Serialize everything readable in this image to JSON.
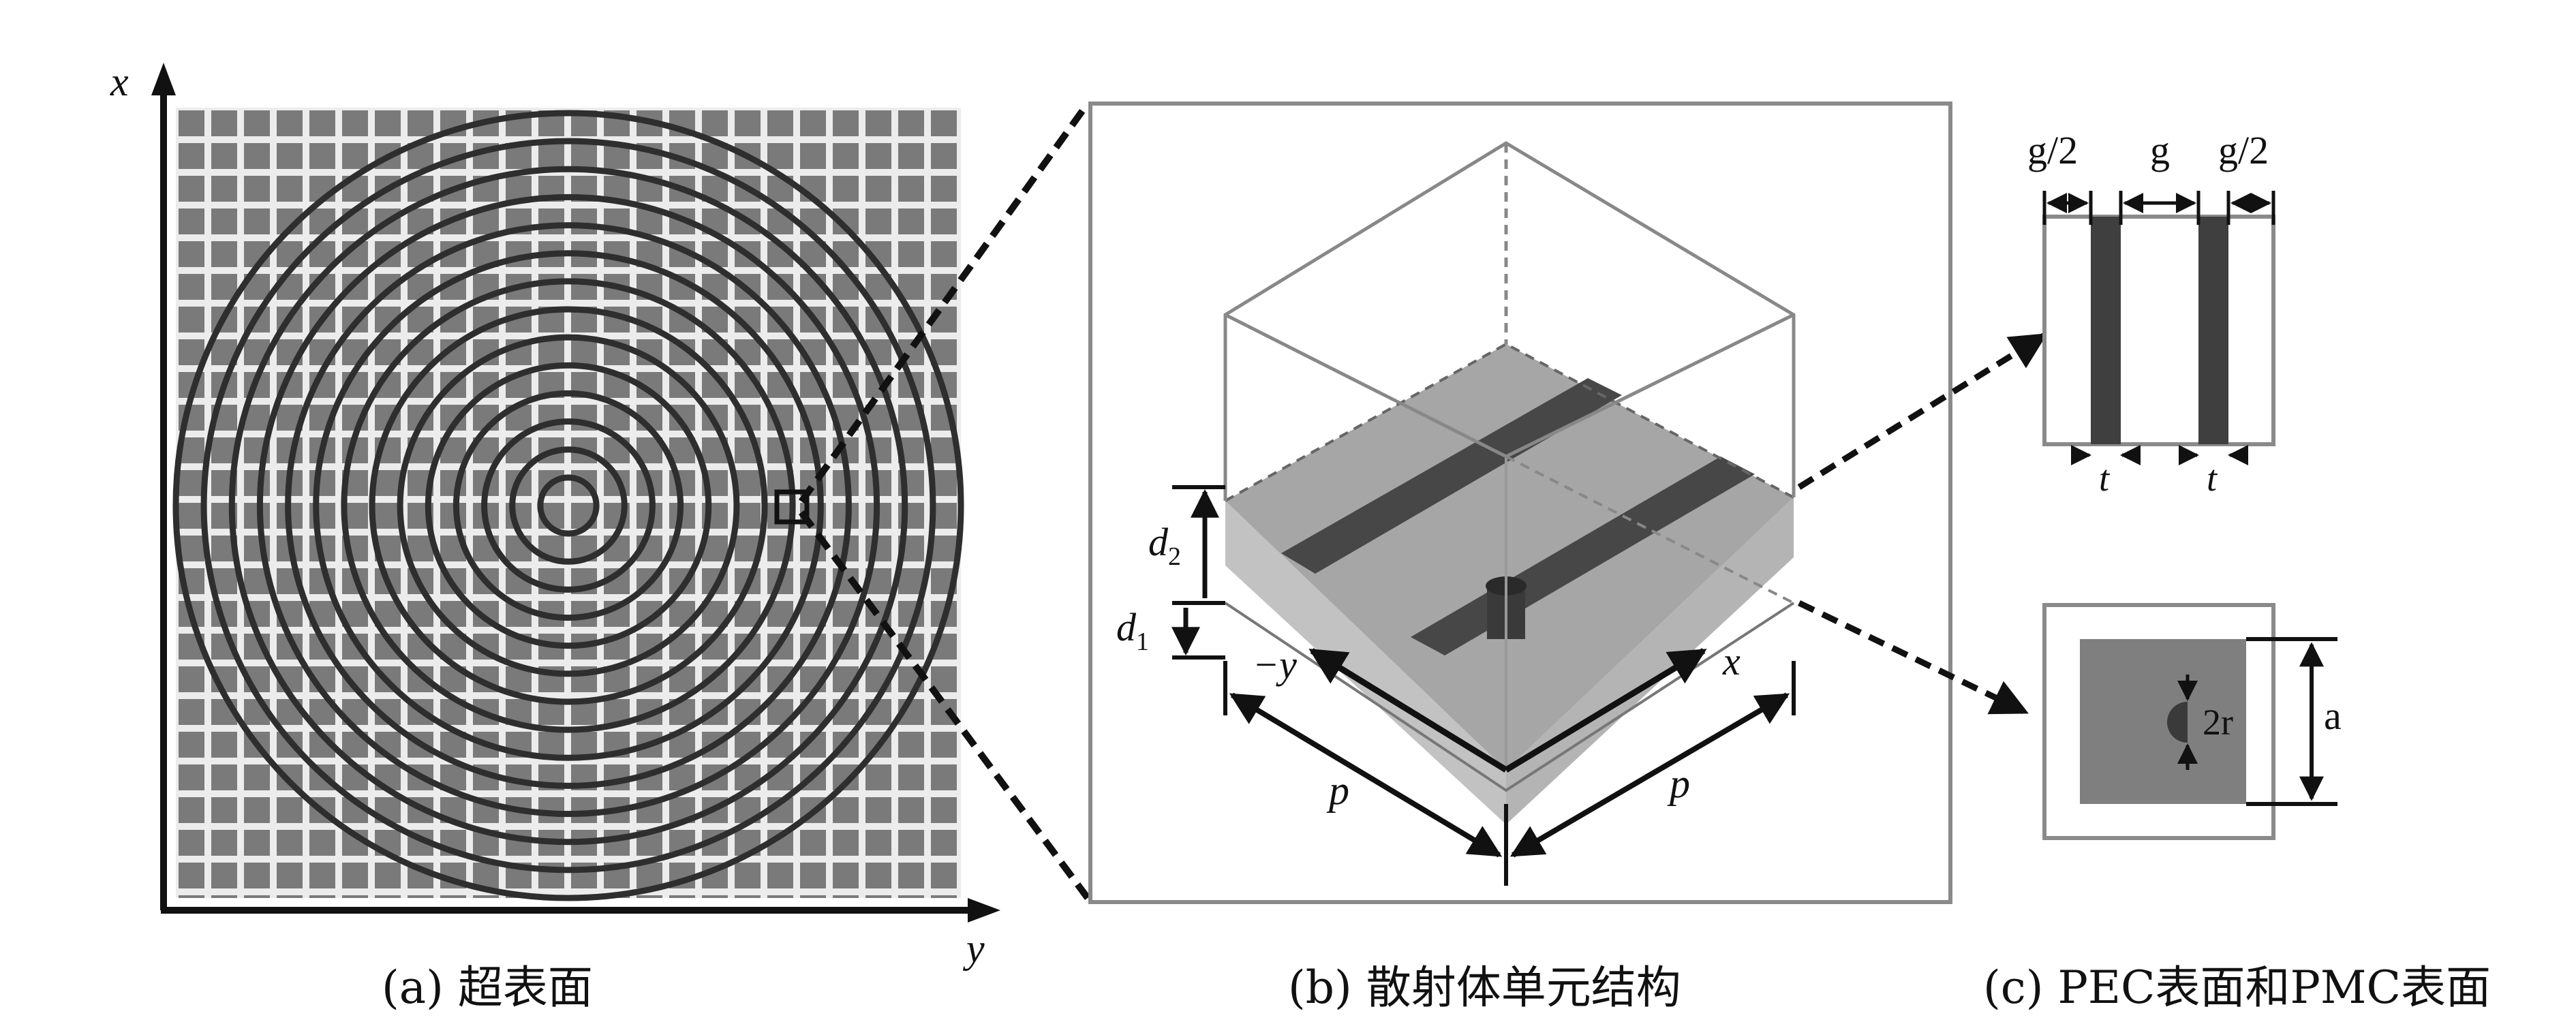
{
  "panel_a": {
    "axis_x_label": "x",
    "axis_y_label": "y",
    "caption": "(a) 超表面",
    "rings": 14
  },
  "panel_b": {
    "label_d2": "d",
    "label_d2_sub": "2",
    "label_d1": "d",
    "label_d1_sub": "1",
    "label_neg_y": "−y",
    "label_x": "x",
    "label_p_left": "p",
    "label_p_right": "p",
    "caption": "(b) 散射体单元结构"
  },
  "panel_c": {
    "label_g_half_left": "g/2",
    "label_g": "g",
    "label_g_half_right": "g/2",
    "label_t_left": "t",
    "label_t_right": "t",
    "label_2r": "2r",
    "label_a": "a",
    "caption": "(c) PEC表面和PMC表面"
  },
  "colors": {
    "cell_fill": "#7a7a7a",
    "ring_stroke": "#2e2e2e",
    "slab_top": "#a9a9a9",
    "slab_front": "#bdbdbd",
    "strip": "#474747",
    "pmc_square": "#7f7f7f",
    "frame": "#8a8a8a",
    "ink": "#111111"
  }
}
